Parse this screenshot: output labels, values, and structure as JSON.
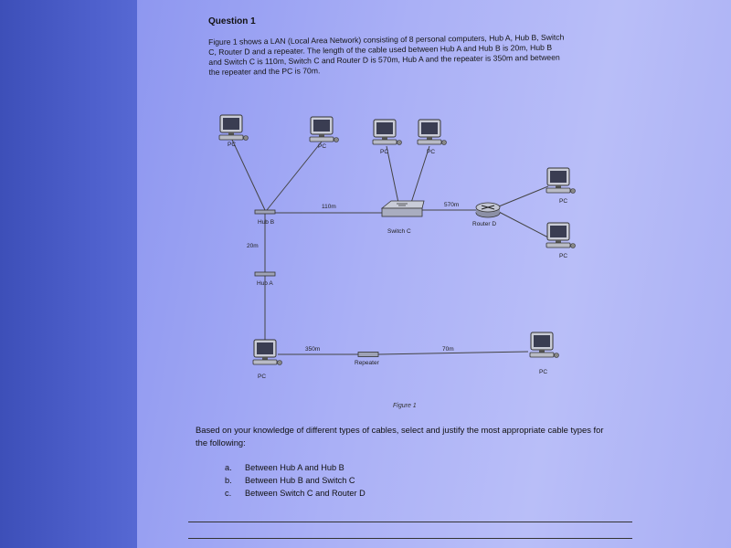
{
  "question": {
    "title": "Question 1",
    "lines": [
      "Figure 1 shows a LAN (Local Area Network) consisting of 8 personal computers, Hub A, Hub B, Switch",
      "C, Router D and a repeater. The length of the cable used between Hub A and Hub B is 20m, Hub B",
      "and Switch C is 110m, Switch C and Router D is 570m, Hub A and the repeater is 350m and between",
      "the repeater and the PC is 70m."
    ]
  },
  "figure": {
    "pc_label": "PC",
    "hub_a": "Hub A",
    "hub_b": "Hub B",
    "switch_c": "Switch C",
    "router_d": "Router D",
    "repeater": "Repeater",
    "dist_hubb_switch": "110m",
    "dist_switch_router": "570m",
    "dist_huba_hubb": "20m",
    "dist_huba_repeater": "350m",
    "dist_repeater_pc": "70m",
    "caption": "Figure 1"
  },
  "prompt": {
    "text": "Based on your knowledge of different types of cables, select and justify the most appropriate cable types for the following:",
    "options": [
      {
        "letter": "a.",
        "text": "Between Hub A and Hub B"
      },
      {
        "letter": "b.",
        "text": "Between Hub B and Switch C"
      },
      {
        "letter": "c.",
        "text": "Between Switch C and Router D"
      }
    ]
  }
}
